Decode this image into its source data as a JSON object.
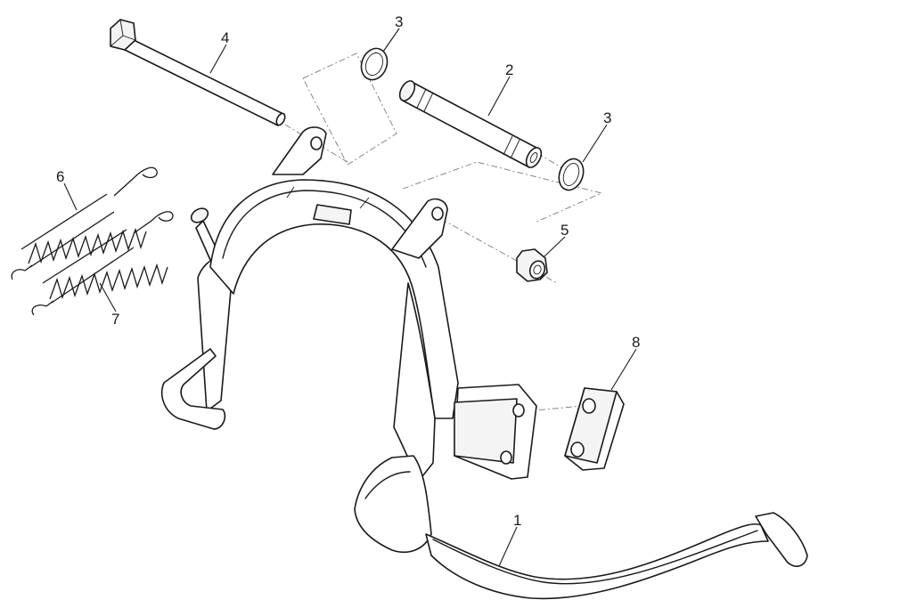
{
  "callouts": [
    {
      "id": "part-1",
      "label": "1"
    },
    {
      "id": "part-2",
      "label": "2"
    },
    {
      "id": "part-3a",
      "label": "3"
    },
    {
      "id": "part-3b",
      "label": "3"
    },
    {
      "id": "part-4",
      "label": "4"
    },
    {
      "id": "part-5",
      "label": "5"
    },
    {
      "id": "part-6",
      "label": "6"
    },
    {
      "id": "part-7",
      "label": "7"
    },
    {
      "id": "part-8",
      "label": "8"
    }
  ]
}
